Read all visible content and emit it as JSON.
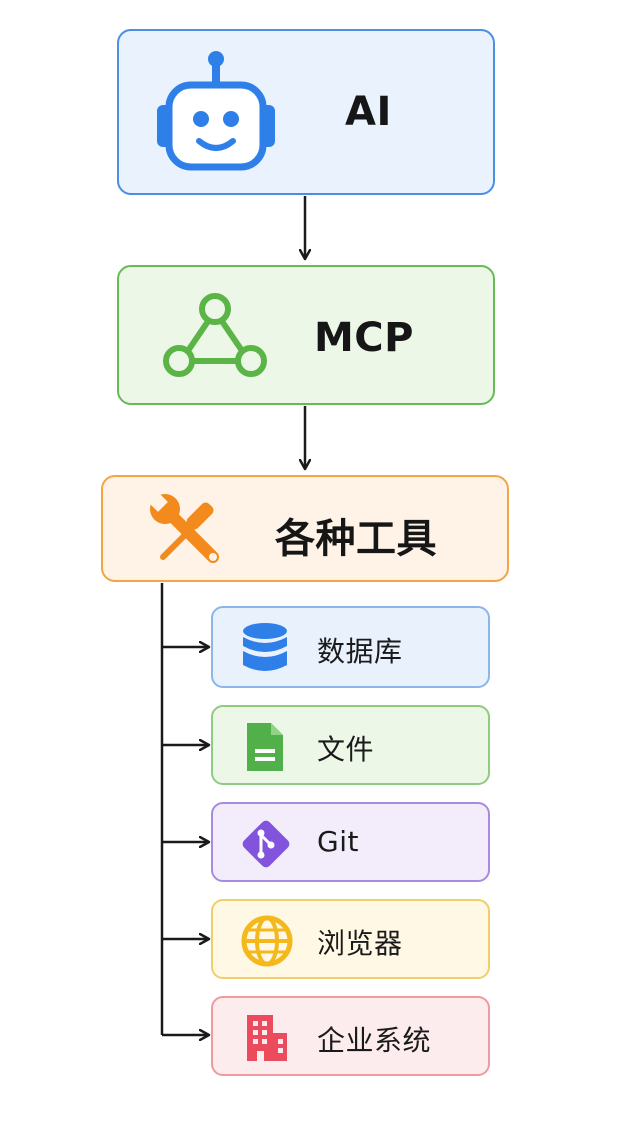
{
  "nodes": {
    "ai": {
      "label": "AI",
      "icon": "robot-icon",
      "fill": "#e9f2fd",
      "border": "#4a8fe4",
      "accent": "#2f7fe8"
    },
    "mcp": {
      "label": "MCP",
      "icon": "network-triangle-icon",
      "fill": "#ecf7e8",
      "border": "#66bb55",
      "accent": "#5ab446"
    },
    "tools": {
      "label": "各种工具",
      "icon": "wrench-screwdriver-icon",
      "fill": "#fef3e6",
      "border": "#f2a446",
      "accent": "#f28a1e"
    }
  },
  "tools_list": [
    {
      "label": "数据库",
      "icon": "database-icon",
      "fill": "#e9f1fc",
      "border": "#8cb6e8",
      "accent": "#2f7fe8"
    },
    {
      "label": "文件",
      "icon": "file-icon",
      "fill": "#ecf7e8",
      "border": "#8fcb80",
      "accent": "#52b04a"
    },
    {
      "label": "Git",
      "icon": "git-icon",
      "fill": "#f2ecfb",
      "border": "#a88ae0",
      "accent": "#8254dd"
    },
    {
      "label": "浏览器",
      "icon": "globe-icon",
      "fill": "#fef8e4",
      "border": "#f0cf6a",
      "accent": "#f4b81c"
    },
    {
      "label": "企业系统",
      "icon": "building-icon",
      "fill": "#fdeced",
      "border": "#ee9aa2",
      "accent": "#ea4c5e"
    }
  ]
}
